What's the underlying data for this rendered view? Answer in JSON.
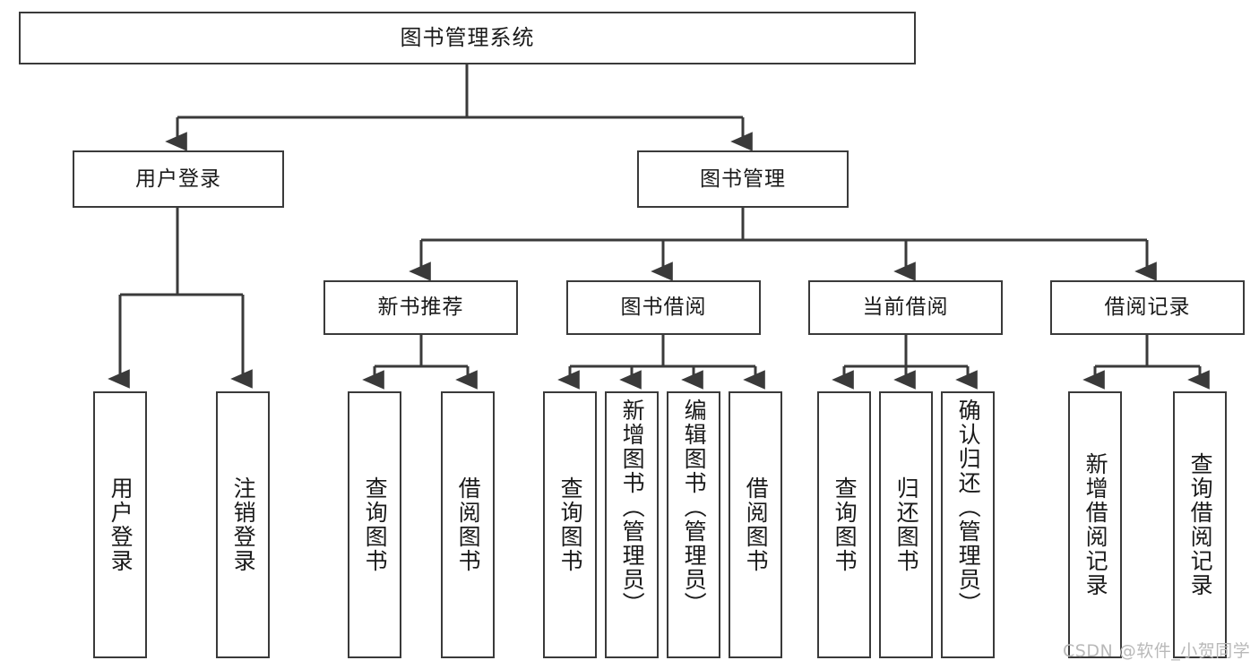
{
  "diagram": {
    "type": "tree",
    "title": "图书管理系统",
    "watermark": "CSDN @软件_小贺同学",
    "colors": {
      "box_border": "#3a3a3a",
      "box_fill": "#ffffff",
      "connector": "#3a3a3a",
      "text": "#1a1a1a",
      "watermark": "#b9b9b9"
    },
    "root": {
      "label": "图书管理系统"
    },
    "branches": [
      {
        "label": "用户登录"
      },
      {
        "label": "图书管理"
      }
    ],
    "categories": [
      {
        "label": "新书推荐"
      },
      {
        "label": "图书借阅"
      },
      {
        "label": "当前借阅"
      },
      {
        "label": "借阅记录"
      }
    ],
    "leaves": {
      "user_login": [
        {
          "label": "用户登录"
        },
        {
          "label": "注销登录"
        }
      ],
      "new_book": [
        {
          "label": "查询图书"
        },
        {
          "label": "借阅图书"
        }
      ],
      "book_borrow": [
        {
          "label": "查询图书"
        },
        {
          "label": "新增图书（管理员）"
        },
        {
          "label": "编辑图书（管理员）"
        },
        {
          "label": "借阅图书"
        }
      ],
      "current_borrow": [
        {
          "label": "查询图书"
        },
        {
          "label": "归还图书"
        },
        {
          "label": "确认归还（管理员）"
        }
      ],
      "borrow_record": [
        {
          "label": "新增借阅记录"
        },
        {
          "label": "查询借阅记录"
        }
      ]
    }
  }
}
